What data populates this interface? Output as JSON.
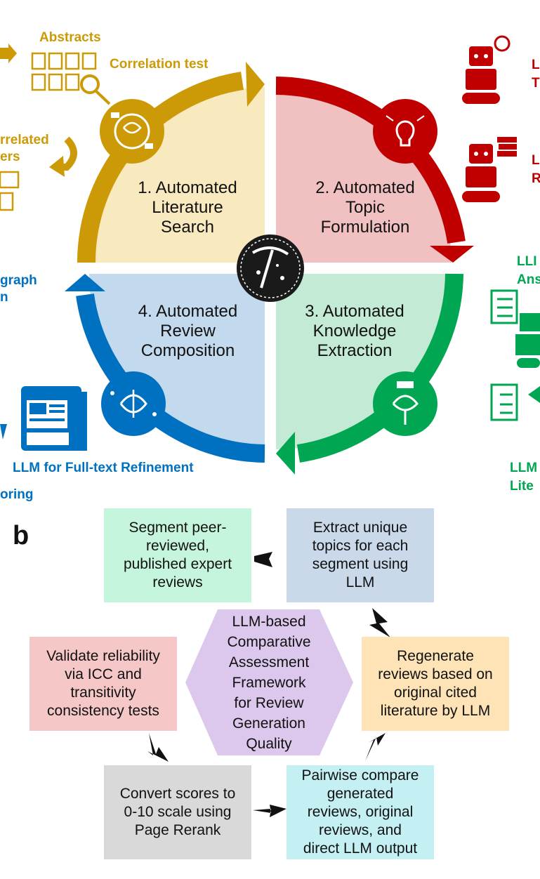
{
  "panel_a": {
    "quadrants": [
      {
        "label": "1. Automated\nLiterature\nSearch",
        "color": "#cc9a06"
      },
      {
        "label": "2. Automated\nTopic\nFormulation",
        "color": "#c00000"
      },
      {
        "label": "3. Automated\nKnowledge\nExtraction",
        "color": "#00a651"
      },
      {
        "label": "4. Automated\nReview\nComposition",
        "color": "#0070c0"
      }
    ],
    "side_labels": {
      "abstracts": "Abstracts",
      "correlation_test": "Correlation test",
      "correlated_papers": "rrelated\ners",
      "paragraph": "graph\nn",
      "full_text_refinement": "LLM for Full-text Refinement",
      "oring": "oring",
      "right_top": "L\nT",
      "right_mid": "L\nR",
      "right_green_top": "LLI\nAns",
      "right_green_bottom": "LLM\nLite"
    }
  },
  "panel_b": {
    "label": "b",
    "center": "LLM-based\nComparative\nAssessment\nFramework\nfor Review\nGeneration\nQuality",
    "steps": {
      "segment": "Segment peer-\nreviewed,\npublished expert\nreviews",
      "extract": "Extract unique\ntopics for each\nsegment using\nLLM",
      "regenerate": "Regenerate\nreviews based on\noriginal cited\nliterature by LLM",
      "pairwise": "Pairwise compare\ngenerated\nreviews, original\nreviews, and\ndirect LLM output",
      "convert": "Convert scores to\n0-10 scale using\nPage Rerank",
      "validate": "Validate reliability\nvia ICC and\ntransitivity\nconsistency tests"
    },
    "colors": {
      "segment": "#c6f5dd",
      "extract": "#c9d9ea",
      "regenerate": "#fde3b5",
      "pairwise": "#c4f0f3",
      "convert": "#d9d9d9",
      "validate": "#f6c7c7",
      "center": "#dcc8ec"
    }
  }
}
